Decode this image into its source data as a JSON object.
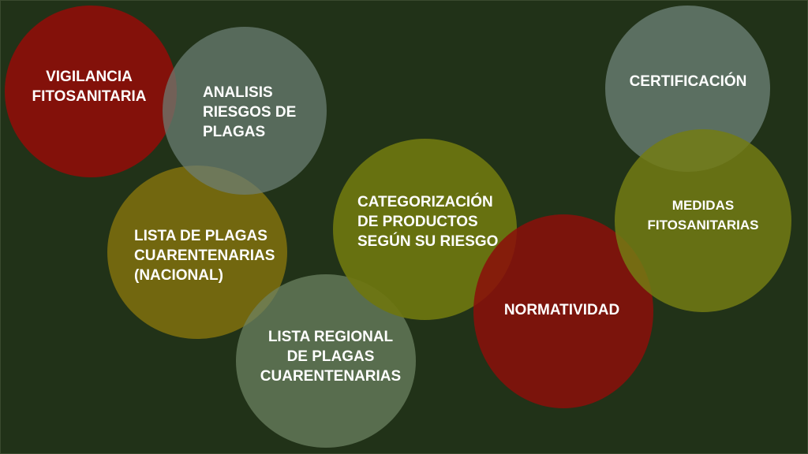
{
  "colors": {
    "background": "#213218",
    "red": "#8b0f0a",
    "gray_green": "#5a6b5e",
    "olive": "#6e7410",
    "olive_brown": "#756a12",
    "sage": "#5e7252",
    "text": "#ffffff"
  },
  "nodes": {
    "vigilancia": "VIGILANCIA\nFITOSANITARIA",
    "analisis": "ANALISIS\nRIESGOS DE\nPLAGAS",
    "lista_nacional": "LISTA DE PLAGAS\nCUARENTENARIAS\n(NACIONAL)",
    "lista_regional": "LISTA REGIONAL\nDE PLAGAS\nCUARENTENARIAS",
    "categorizacion": "CATEGORIZACIÓN\nDE PRODUCTOS\nSEGÚN SU RIESGO",
    "normatividad": "NORMATIVIDAD",
    "certificacion": "CERTIFICACIÓN",
    "medidas": "MEDIDAS\nFITOSANITARIAS"
  }
}
